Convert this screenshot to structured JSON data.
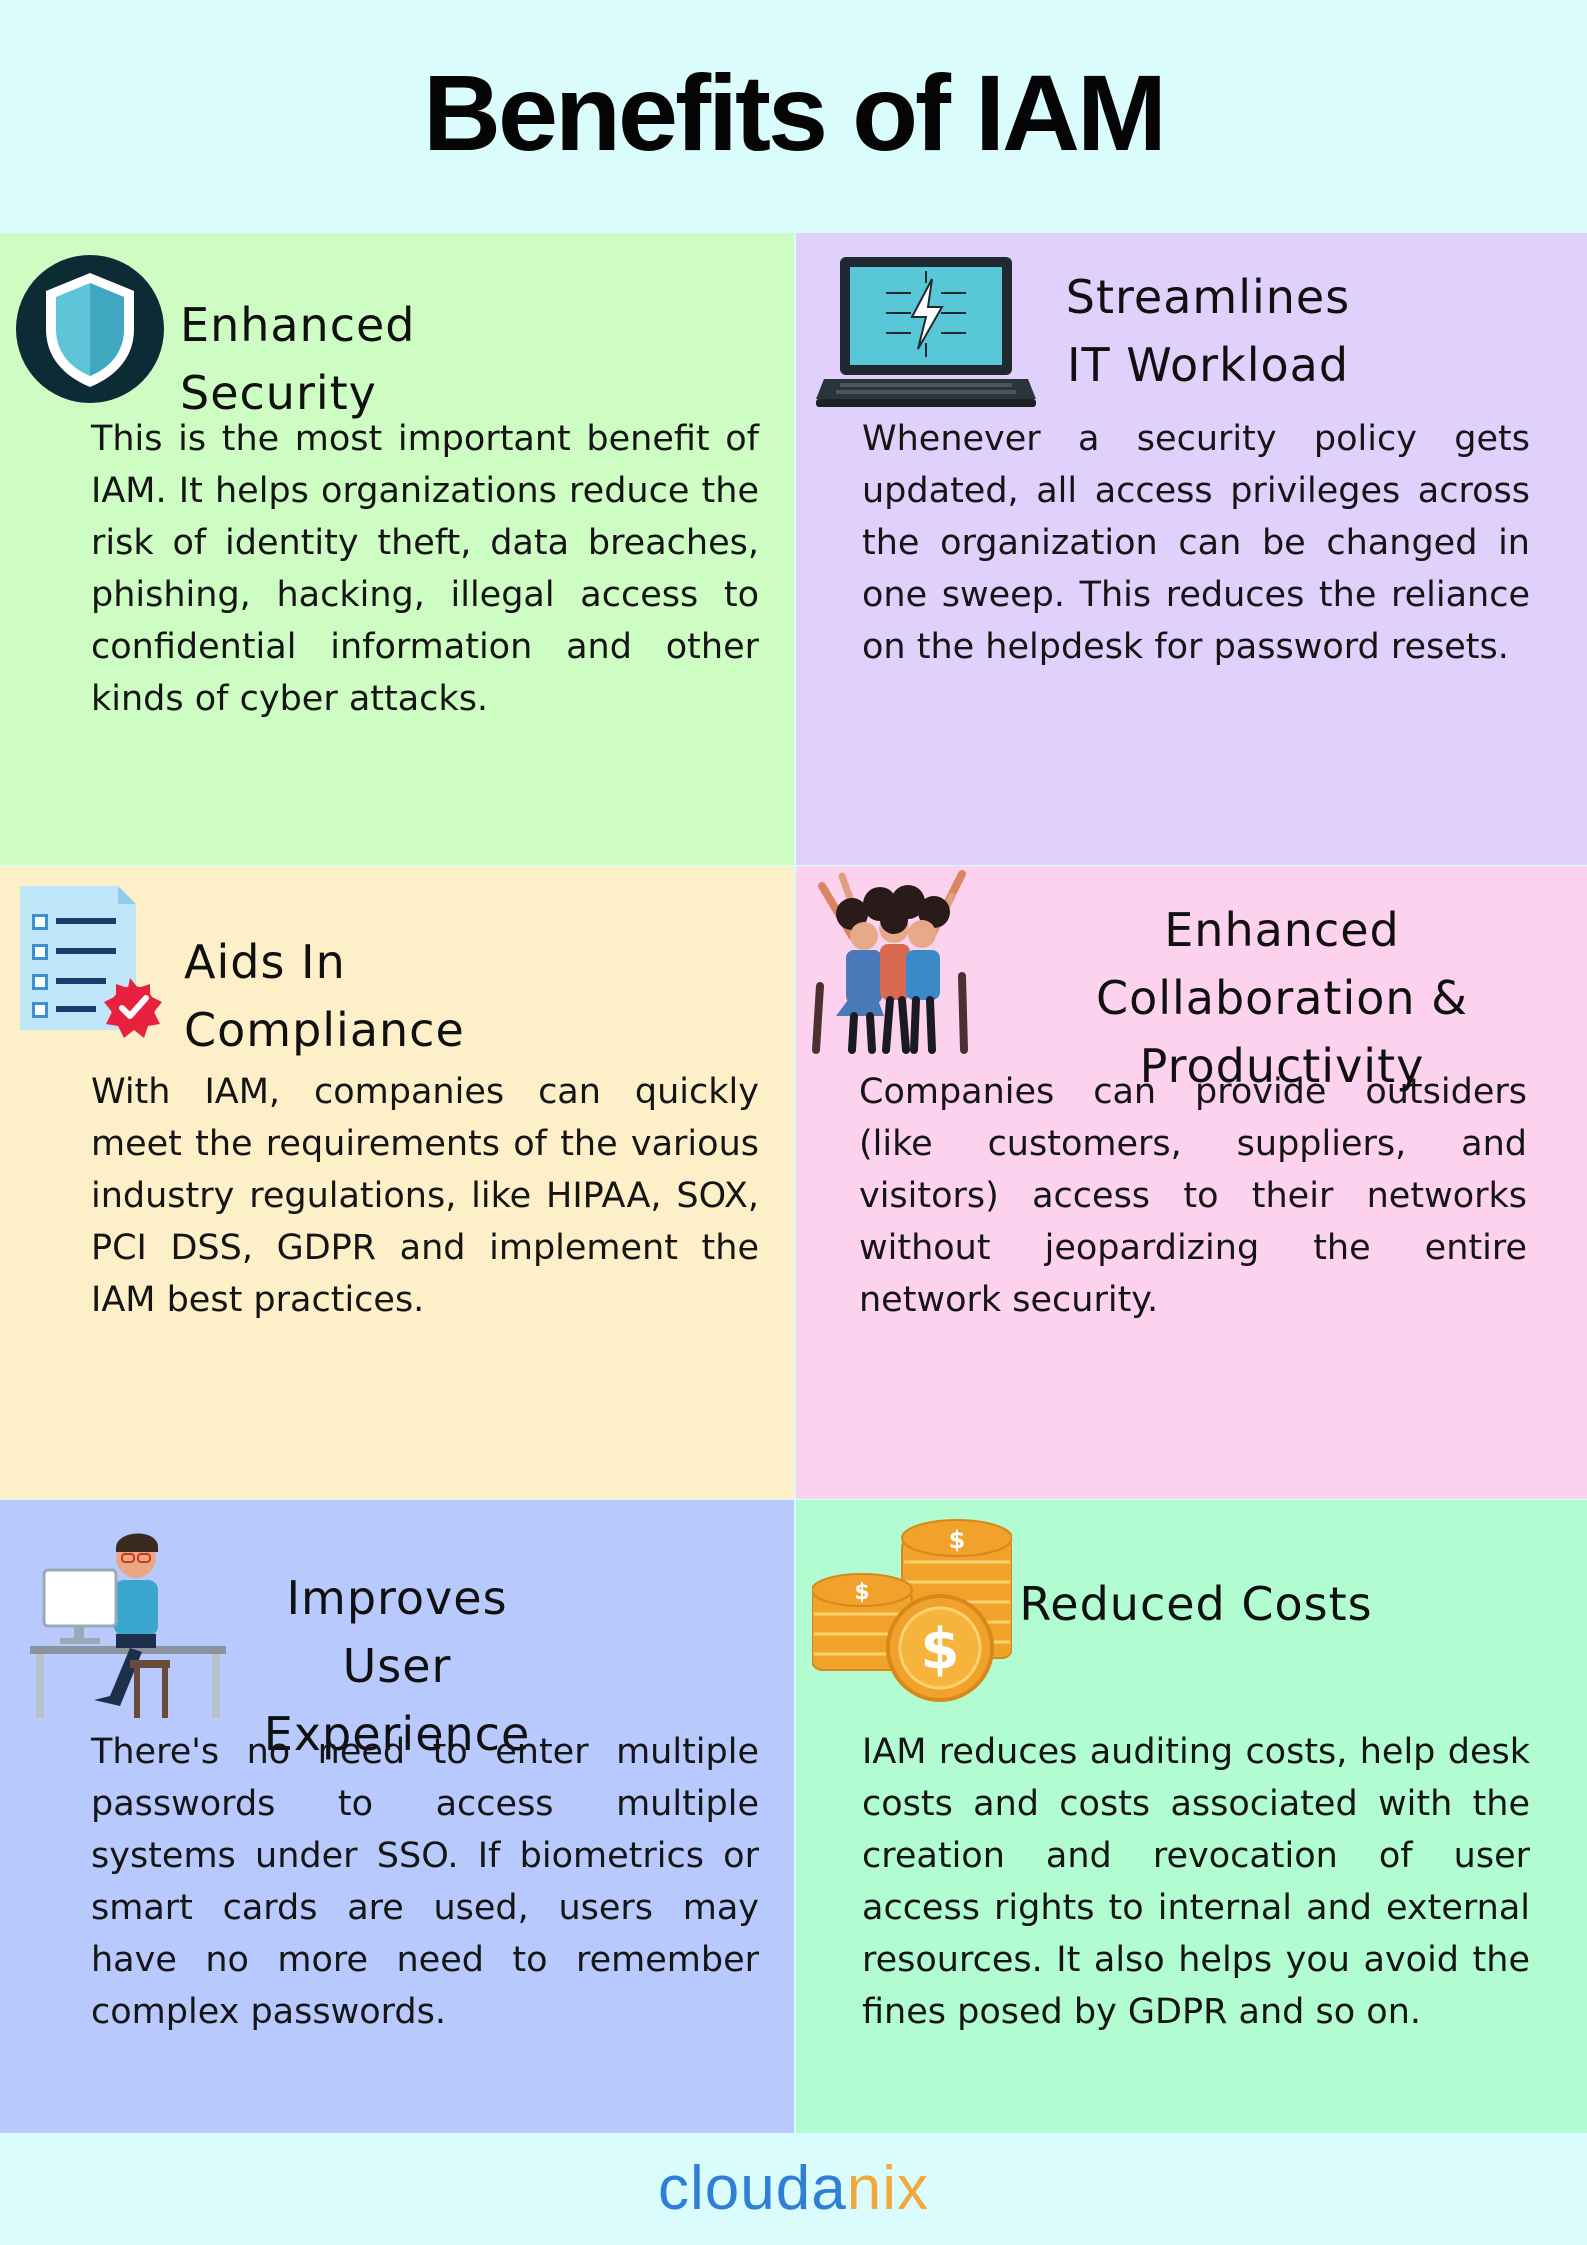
{
  "title": "Benefits of IAM",
  "colors": {
    "background": "#dbfcfd",
    "security_panel": "#cdfdc3",
    "workload_panel": "#dfd0fc",
    "compliance_panel": "#fdf0c8",
    "collaboration_panel": "#fdd2ef",
    "experience_panel": "#b8cafd",
    "costs_panel": "#b1fdd1",
    "logo_primary": "#2f7fd6",
    "logo_accent": "#f2a93b"
  },
  "benefits": [
    {
      "heading": "Enhanced Security",
      "icon": "shield-icon",
      "text": "This is the most important benefit of IAM. It helps organizations reduce the risk of identity theft, data breaches, phishing, hacking, illegal access to confidential information and other kinds of cyber attacks."
    },
    {
      "heading": "Streamlines IT Workload",
      "icon": "laptop-lightning-icon",
      "text": "Whenever a security policy gets updated, all access privileges across the organization can be changed in one sweep. This reduces the reliance on the helpdesk for password resets."
    },
    {
      "heading": "Aids In Compliance",
      "icon": "checklist-document-icon",
      "text": "With IAM, companies can quickly meet the requirements of the various industry regulations, like HIPAA, SOX, PCI DSS, GDPR and implement the IAM best practices."
    },
    {
      "heading": "Enhanced Collaboration & Productivity",
      "icon": "team-cheering-icon",
      "text": "Companies can provide outsiders (like customers, suppliers, and visitors) access to their networks without jeopardizing the entire network security."
    },
    {
      "heading": "Improves User Experience",
      "icon": "person-at-computer-icon",
      "text": "There's no need to enter multiple passwords to access multiple systems under SSO. If biometrics or smart cards are used, users may have no more need to remember complex passwords."
    },
    {
      "heading": "Reduced Costs",
      "icon": "coins-stack-icon",
      "text": "IAM reduces auditing costs, help desk costs and costs associated with the creation and revocation of user access rights to internal and external resources. It also helps you avoid the fines posed by GDPR and so on."
    }
  ],
  "footer": {
    "logo_part1": "clouda",
    "logo_part2": "nix"
  }
}
